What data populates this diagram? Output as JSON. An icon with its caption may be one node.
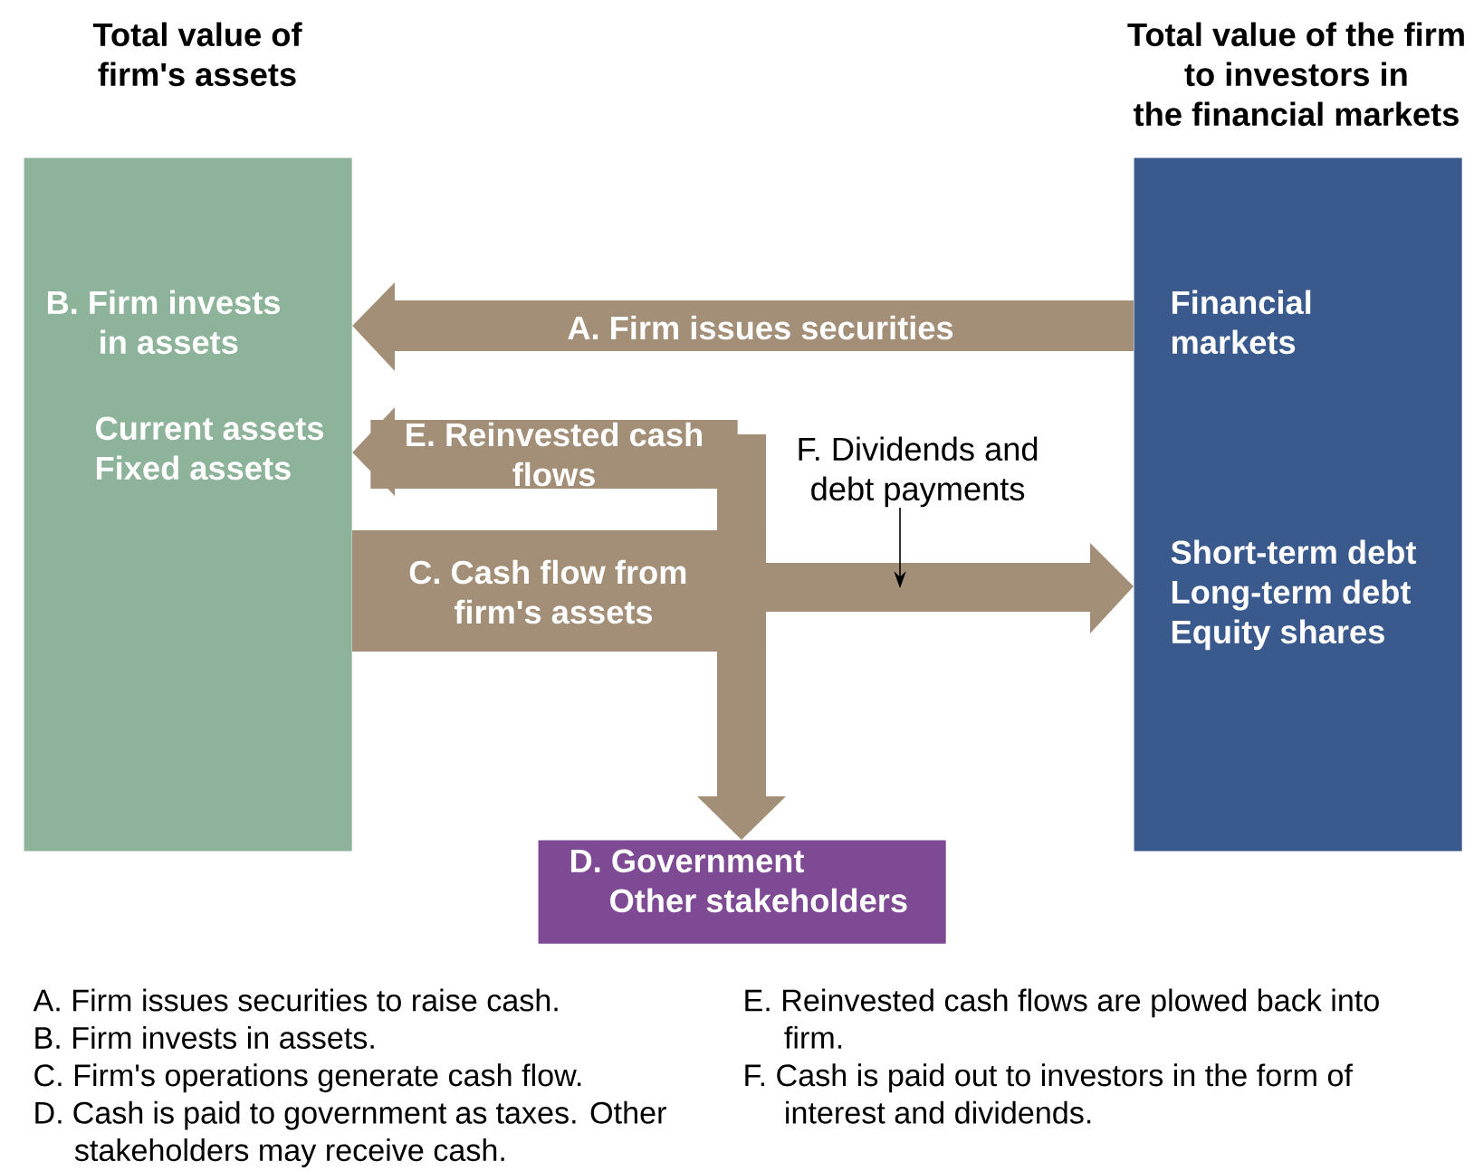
{
  "diagram": {
    "nodes": [
      {
        "text": [
          "Total value of firm's assets",
          "B. Firm invests in assets",
          "Current assets Fixed assets"
        ]
      },
      {
        "text": [
          "Total value of the firm to investors in the financial markets",
          "Financial markets",
          "Short-term debt Long-term debt Equity shares"
        ]
      },
      {
        "text": [
          "D. Government Other stakeholders"
        ]
      },
      {
        "text": [
          "F. Dividends and debt payments"
        ]
      }
    ],
    "edges": [
      {
        "from": 1,
        "to": 0,
        "arrow": "to",
        "label": "A. Firm issues securities"
      },
      {
        "from": 0,
        "to": 0,
        "arrow": "to",
        "label": "E. Reinvested cash flows"
      },
      {
        "from": 0,
        "to": 1,
        "arrow": "to",
        "label": "C. Cash flow from firm's assets"
      },
      {
        "from": 0,
        "to": 2,
        "arrow": "to"
      },
      {
        "from": 3,
        "to": null,
        "arrow": "to",
        "color": "#000000"
      }
    ],
    "labels": [
      "A. Firm issues securities to raise cash.",
      "B. Firm invests in assets.",
      "C. Firm's operations generate cash flow.",
      "D. Cash is paid to government as taxes. Other stakeholders may receive cash.",
      "E. Reinvested cash flows are plowed back into firm.",
      "F. Cash is paid out to investors in the form of interest and dividends."
    ]
  }
}
